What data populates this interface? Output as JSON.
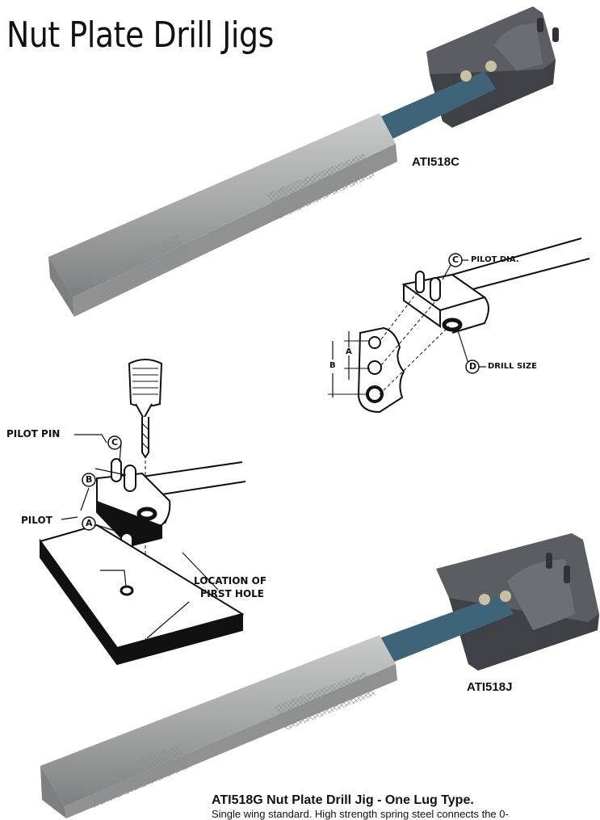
{
  "page": {
    "title": "Nut Plate Drill Jigs"
  },
  "products": [
    {
      "code": "ATI518C"
    },
    {
      "code": "ATI518J"
    }
  ],
  "diagram_top": {
    "pilot_dia": "PILOT DIA.",
    "drill_size": "DRILL SIZE",
    "letter_c": "C",
    "letter_d": "D",
    "dim_a": "A",
    "dim_b": "B"
  },
  "diagram_left": {
    "pilot_pin": "PILOT PIN",
    "pilot": "PILOT",
    "letter_c": "C",
    "letter_b": "B",
    "letter_a": "A",
    "location_line1": "LOCATION OF",
    "location_line2": "FIRST HOLE"
  },
  "description": {
    "title": "ATI518G  Nut Plate Drill Jig - One Lug Type.",
    "text": "Single wing standard. High strength spring steel connects the 0-"
  },
  "colors": {
    "handle": "#a9abab",
    "spring_steel": "#3f6478",
    "head_block": "#55585c"
  }
}
